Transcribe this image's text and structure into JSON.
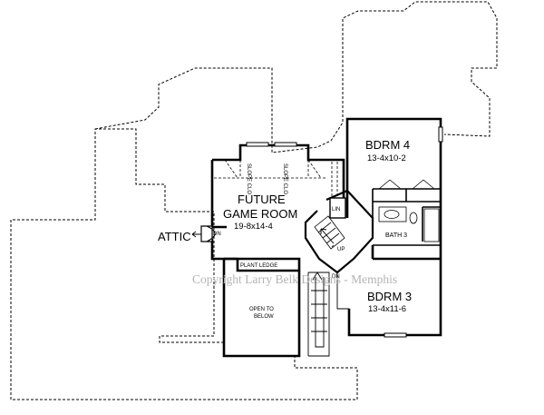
{
  "rooms": {
    "bdrm4": {
      "name": "BDRM 4",
      "dims": "13-4x10-2"
    },
    "game": {
      "name1": "FUTURE",
      "name2": "GAME ROOM",
      "dims": "19-8x14-4"
    },
    "bath3": {
      "name": "BATH 3"
    },
    "bdrm3": {
      "name": "BDRM 3",
      "dims": "13-4x11-6"
    },
    "open": {
      "line1": "OPEN TO",
      "line2": "BELOW"
    }
  },
  "labels": {
    "attic": "ATTIC",
    "attic_dn": "DN",
    "slope_clo_a": "SLOPE CLO",
    "slope_clo_b": "SLOPE CLO",
    "lin": "LIN",
    "up": "UP",
    "dn": "DN",
    "plant_ledge": "PLANT LEDGE"
  },
  "watermark": "Copyright Larry Belk Designs - Memphis"
}
